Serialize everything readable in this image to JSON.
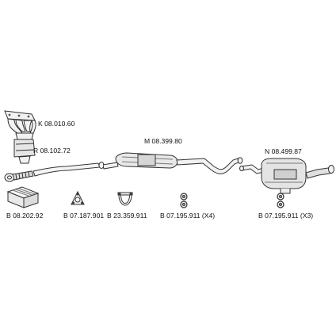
{
  "parts": {
    "manifold": {
      "code": "K 08.010.60",
      "icon": "exhaust-manifold-catalyst"
    },
    "front_pipe": {
      "code": "R 08.102.72",
      "icon": "front-pipe"
    },
    "middle_silencer": {
      "code": "M 08.399.80",
      "icon": "middle-silencer-pipe"
    },
    "rear_silencer": {
      "code": "N 08.499.87",
      "icon": "rear-silencer"
    }
  },
  "accessories": [
    {
      "code": "B 08.202.92",
      "icon": "mounting-kit-box"
    },
    {
      "code": "B 07.187.901",
      "icon": "triangle-gasket"
    },
    {
      "code": "B 23.359.911",
      "icon": "pipe-clamp"
    },
    {
      "code": "B 07.195.911 (X4)",
      "icon": "rubber-hanger"
    },
    {
      "code": "B 07.195.911 (X3)",
      "icon": "rubber-hanger"
    }
  ]
}
